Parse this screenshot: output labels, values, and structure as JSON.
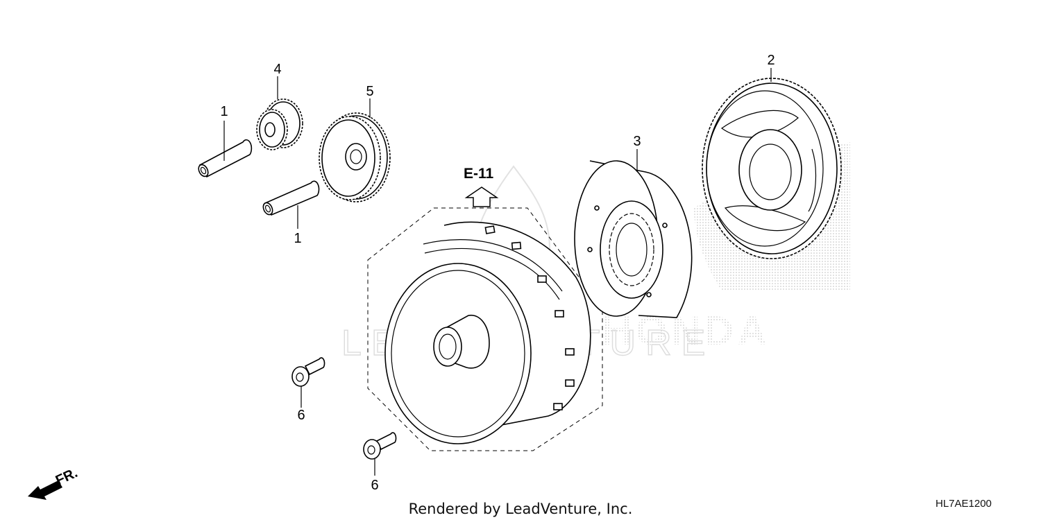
{
  "diagram": {
    "reference": "E-11",
    "callouts": [
      "1",
      "1",
      "2",
      "3",
      "4",
      "5",
      "6",
      "6"
    ],
    "front_indicator": "FR.",
    "footer": "Rendered by LeadVenture, Inc.",
    "diagram_code": "HL7AE1200",
    "watermark_text": "LEADVENTURE",
    "brand_watermark": "HONDA"
  },
  "colors": {
    "line": "#000000",
    "background": "#ffffff",
    "watermark": "#dcdcdc"
  },
  "icons": {
    "front_arrow": "fr-arrow-icon",
    "reference_arrow": "up-arrow-icon"
  }
}
